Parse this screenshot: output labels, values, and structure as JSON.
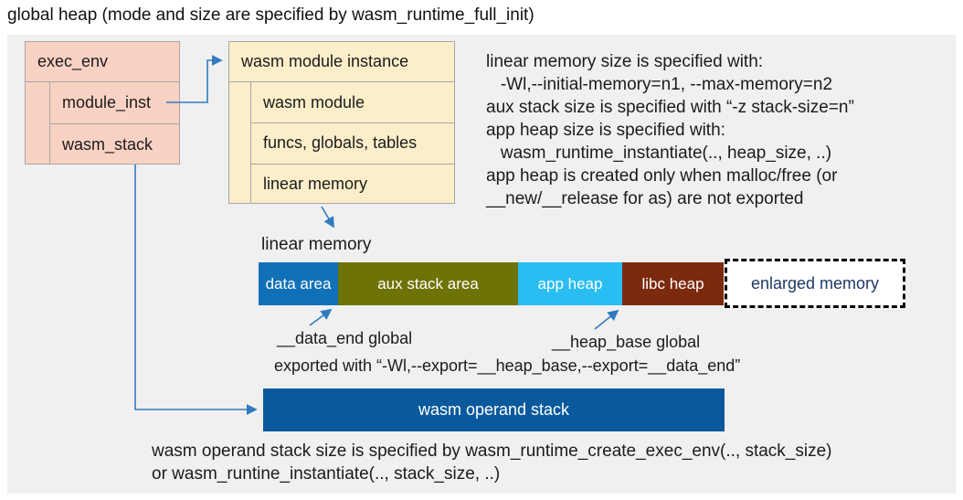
{
  "title": "global heap (mode and size are specified by wasm_runtime_full_init)",
  "exec_env": {
    "header": "exec_env",
    "rows": [
      "module_inst",
      "wasm_stack"
    ]
  },
  "module_instance": {
    "header": "wasm module instance",
    "rows": [
      "wasm module",
      "funcs, globals, tables",
      "linear memory"
    ]
  },
  "notes_lines": [
    "linear memory size is specified with:",
    "   -Wl,--initial-memory=n1, --max-memory=n2",
    "aux stack size is specified with “-z stack-size=n”",
    "app heap size is specified with:",
    "   wasm_runtime_instantiate(.., heap_size, ..)",
    "app heap is created only when malloc/free (or",
    "__new/__release for as) are not exported"
  ],
  "linear_memory": {
    "label": "linear memory",
    "segments": [
      {
        "label": "data area",
        "color": "#1171b8"
      },
      {
        "label": "aux stack area",
        "color": "#6d7306"
      },
      {
        "label": "app heap",
        "color": "#29bdf2"
      },
      {
        "label": "libc heap",
        "color": "#7c2a0e"
      },
      {
        "label": "enlarged memory",
        "color": "#ffffff",
        "border": "dashed"
      }
    ],
    "annotations": {
      "data_end_label": "__data_end global",
      "heap_base_label": "__heap_base global",
      "export_note": "exported with “-Wl,--export=__heap_base,--export=__data_end”"
    }
  },
  "operand_stack_label": "wasm operand stack",
  "footer_lines": [
    "wasm operand stack size is specified by wasm_runtime_create_exec_env(.., stack_size)",
    "or wasm_runtine_instantiate(.., stack_size, ..)"
  ],
  "colors": {
    "panel_background": "#f0f0f0",
    "exec_env_fill": "#fad2c3",
    "module_instance_fill": "#fdeeca",
    "box_border": "#a6a6a6",
    "data_area": "#1171b8",
    "aux_stack_area": "#6d7306",
    "app_heap": "#29bdf2",
    "libc_heap": "#7c2a0e",
    "operand_stack": "#09599c",
    "connector": "#2f7ac0",
    "enlarged_memory_text": "#1f3864"
  }
}
